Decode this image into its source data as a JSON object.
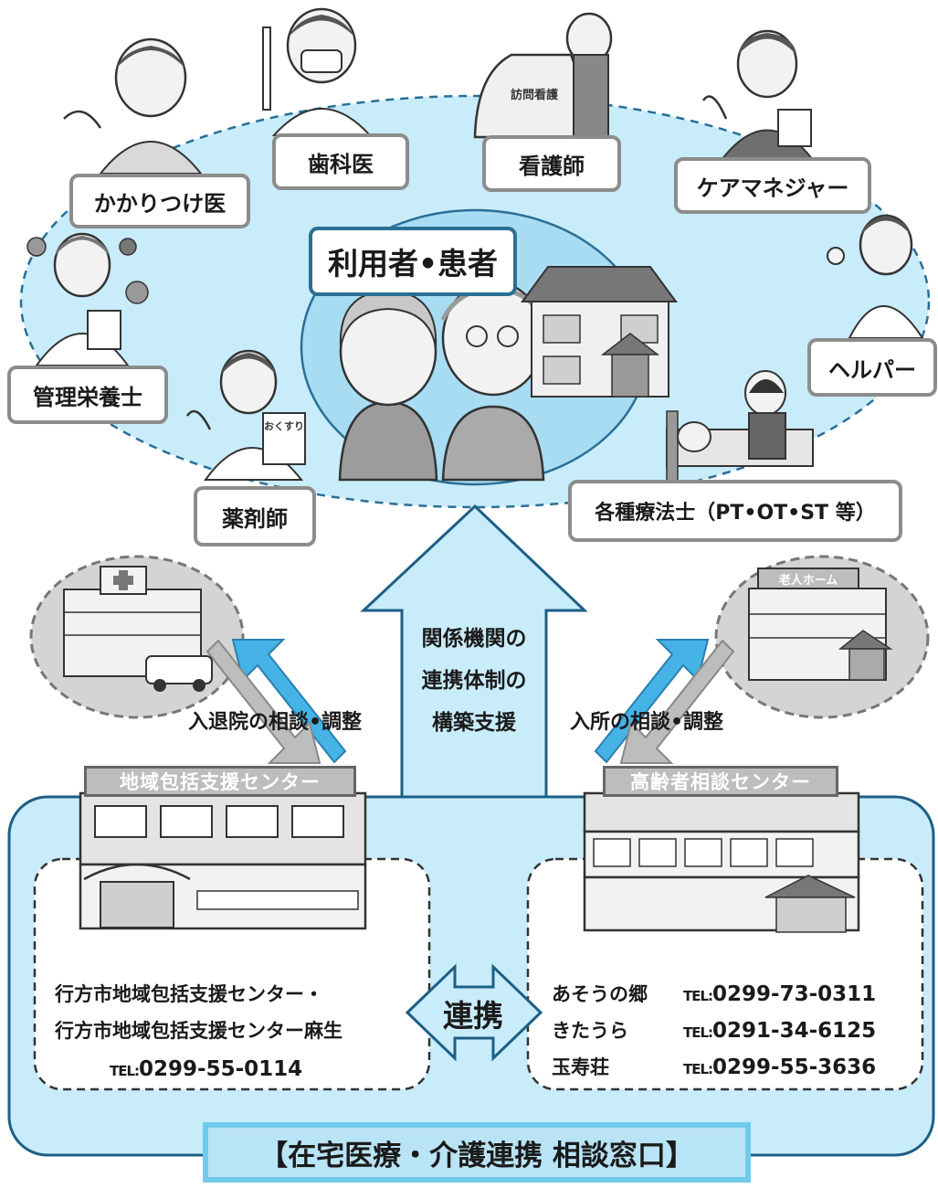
{
  "labels": {
    "patient": "利用者•患者",
    "family_doctor": "かかりつけ医",
    "dentist": "歯科医",
    "nurse": "看護師",
    "care_manager": "ケアマネジャー",
    "dietitian": "管理栄養士",
    "helper": "ヘルパー",
    "pharmacist": "薬剤師",
    "therapist": "各種療法士（PT•OT•ST 等）"
  },
  "illustration_text": {
    "van_label": "訪問看護",
    "medicine_label": "おくすり",
    "nursing_home_sign": "老人ホーム"
  },
  "center_arrow_text": [
    "関係機関の",
    "連携体制の",
    "構築支援"
  ],
  "consult_left": "入退院の相談•調整",
  "consult_right": "入所の相談•調整",
  "left_center": {
    "sign": "地域包括支援センター",
    "line1": "行方市地域包括支援センター・",
    "line2": "行方市地域包括支援センター麻生",
    "tel_prefix": "TEL:",
    "tel": "0299-55-0114"
  },
  "right_center": {
    "sign": "高齢者相談センター",
    "tel_prefix": "TEL:",
    "rows": [
      {
        "name": "あそうの郷",
        "tel": "0299-73-0311"
      },
      {
        "name": "きたうら",
        "tel": "0291-34-6125"
      },
      {
        "name": "玉寿荘",
        "tel": "0299-55-3636"
      }
    ]
  },
  "link_label": "連携",
  "bottom_label": "【在宅医療・介護連携 相談窓口】",
  "colors": {
    "light_blue": "#c9ecfb",
    "inner_blue": "#a8dcf3",
    "arrow_blue": "#45b3e6",
    "label_gray": "#8c8c8c",
    "patient_border": "#2b6f93"
  }
}
